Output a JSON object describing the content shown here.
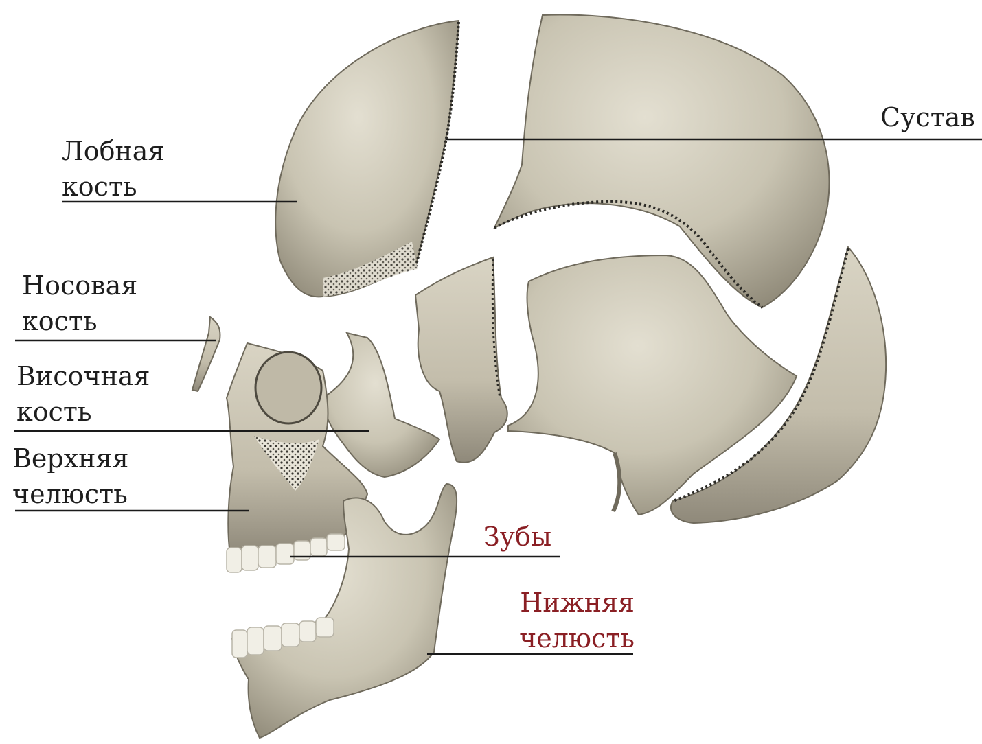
{
  "labels": {
    "frontal": {
      "line1": "Лобная",
      "line2": "кость"
    },
    "nasal": {
      "line1": "Носовая",
      "line2": "кость"
    },
    "temporal": {
      "line1": "Височная",
      "line2": "кость"
    },
    "maxilla": {
      "line1": "Верхняя",
      "line2": "челюсть"
    },
    "joint": "Сустав",
    "teeth": "Зубы",
    "mandible": {
      "line1": "Нижняя",
      "line2": "челюсть"
    }
  },
  "colors": {
    "bone": "#cdc8b6",
    "bone_shadow": "#8e8877",
    "bone_dark_edge": "#2b2a26",
    "teeth": "#f1efe6",
    "label_text": "#1e1e1e",
    "label_red": "#8a1f24",
    "leader_line": "#1a1a1a"
  }
}
